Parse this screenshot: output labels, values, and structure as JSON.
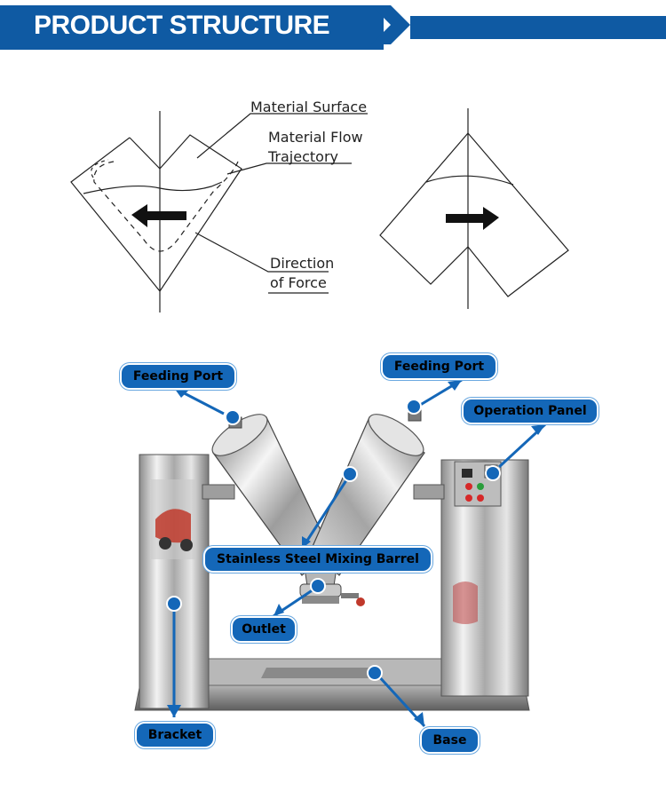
{
  "header": {
    "title": "PRODUCT STRUCTURE",
    "color": "#0f5aa3"
  },
  "diagram": {
    "labels": {
      "material_surface": "Material Surface",
      "material_flow_line1": "Material Flow",
      "material_flow_line2": "Trajectory",
      "direction_line1": "Direction",
      "direction_line2": "of Force"
    },
    "icons": [
      "left-arrow-icon",
      "right-arrow-icon"
    ]
  },
  "machine": {
    "callouts": {
      "feeding_port_left": "Feeding Port",
      "feeding_port_right": "Feeding Port",
      "operation_panel": "Operation Panel",
      "mixing_barrel": "Stainless Steel Mixing Barrel",
      "outlet": "Outlet",
      "bracket": "Bracket",
      "base": "Base"
    },
    "callout_color": "#1467b8"
  }
}
